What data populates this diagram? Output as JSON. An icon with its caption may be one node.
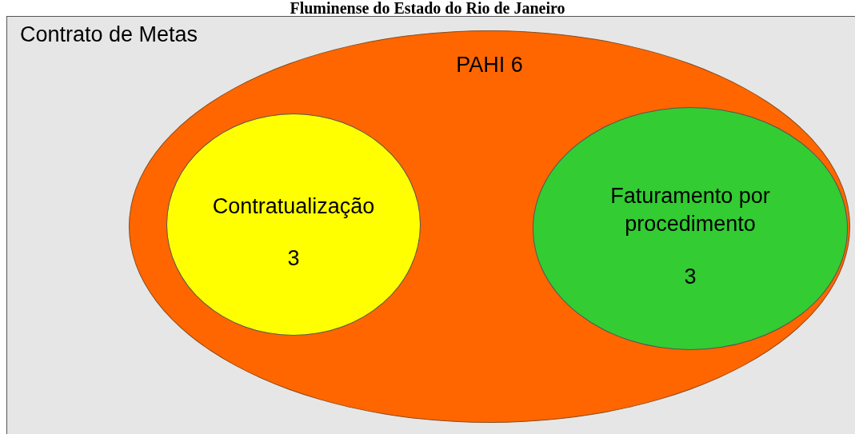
{
  "diagram": {
    "title": "Fluminense do Estado do Rio de Janeiro",
    "nodes": [
      {
        "text": [
          "Contrato de Metas"
        ]
      },
      {
        "text": [
          "PAHI 6"
        ],
        "in": 0
      },
      {
        "text": [
          "Contratualização",
          "3"
        ],
        "in": 1
      },
      {
        "text": [
          "Faturamento por procedimento",
          "3"
        ],
        "in": 1
      }
    ]
  }
}
